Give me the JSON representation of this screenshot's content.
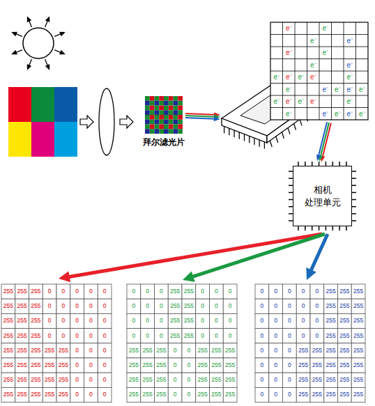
{
  "diagram": {
    "nodes": [
      {
        "text": [
          "拜尔滤光片"
        ]
      },
      {
        "text": [
          "相机 处理单元"
        ]
      }
    ],
    "labels": [
      "e⁻",
      "e⁻",
      "e⁻",
      "e⁻",
      "e⁻",
      "e⁻",
      "e⁻",
      "e⁻",
      "e⁻",
      "e⁻",
      "e⁻",
      "e⁻",
      "e⁻",
      "e⁻",
      "e⁻",
      "e⁻",
      "e⁻",
      "e⁻",
      "e⁻",
      "e⁻",
      "e⁻",
      "e⁻",
      "e⁻",
      "e⁻",
      "e⁻",
      "e⁻",
      "e⁻",
      "e⁻",
      "255",
      "255",
      "255",
      "0",
      "0",
      "0",
      "0",
      "0",
      "255",
      "255",
      "255",
      "0",
      "0",
      "0",
      "0",
      "0",
      "255",
      "255",
      "255",
      "0",
      "0",
      "0",
      "0",
      "0",
      "255",
      "255",
      "255",
      "0",
      "0",
      "0",
      "0",
      "0",
      "255",
      "255",
      "255",
      "255",
      "255",
      "0",
      "0",
      "0",
      "255",
      "255",
      "255",
      "255",
      "255",
      "0",
      "0",
      "0",
      "255",
      "255",
      "255",
      "255",
      "255",
      "0",
      "0",
      "0",
      "255",
      "255",
      "255",
      "255",
      "255",
      "0",
      "0",
      "0",
      "0",
      "0",
      "0",
      "255",
      "255",
      "0",
      "0",
      "0",
      "0",
      "0",
      "0",
      "255",
      "255",
      "0",
      "0",
      "0",
      "0",
      "0",
      "0",
      "255",
      "255",
      "0",
      "0",
      "0",
      "0",
      "0",
      "0",
      "255",
      "255",
      "0",
      "0",
      "0",
      "255",
      "255",
      "255",
      "0",
      "0",
      "255",
      "255",
      "255",
      "255",
      "255",
      "255",
      "0",
      "0",
      "255",
      "255",
      "255",
      "255",
      "255",
      "255",
      "0",
      "0",
      "255",
      "255",
      "255",
      "255",
      "255",
      "255",
      "0",
      "0",
      "255",
      "255",
      "255",
      "0",
      "0",
      "0",
      "0",
      "0",
      "255",
      "255",
      "255",
      "0",
      "0",
      "0",
      "0",
      "0",
      "255",
      "255",
      "255",
      "0",
      "0",
      "0",
      "0",
      "0",
      "255",
      "255",
      "255",
      "0",
      "0",
      "0",
      "0",
      "0",
      "255",
      "255",
      "255",
      "0",
      "0",
      "0",
      "255",
      "255",
      "255",
      "255",
      "255",
      "0",
      "0",
      "0",
      "255",
      "255",
      "255",
      "255",
      "255",
      "0",
      "0",
      "0",
      "255",
      "255",
      "255",
      "255",
      "255",
      "0",
      "0",
      "0",
      "255",
      "255",
      "255",
      "255",
      "255"
    ]
  }
}
